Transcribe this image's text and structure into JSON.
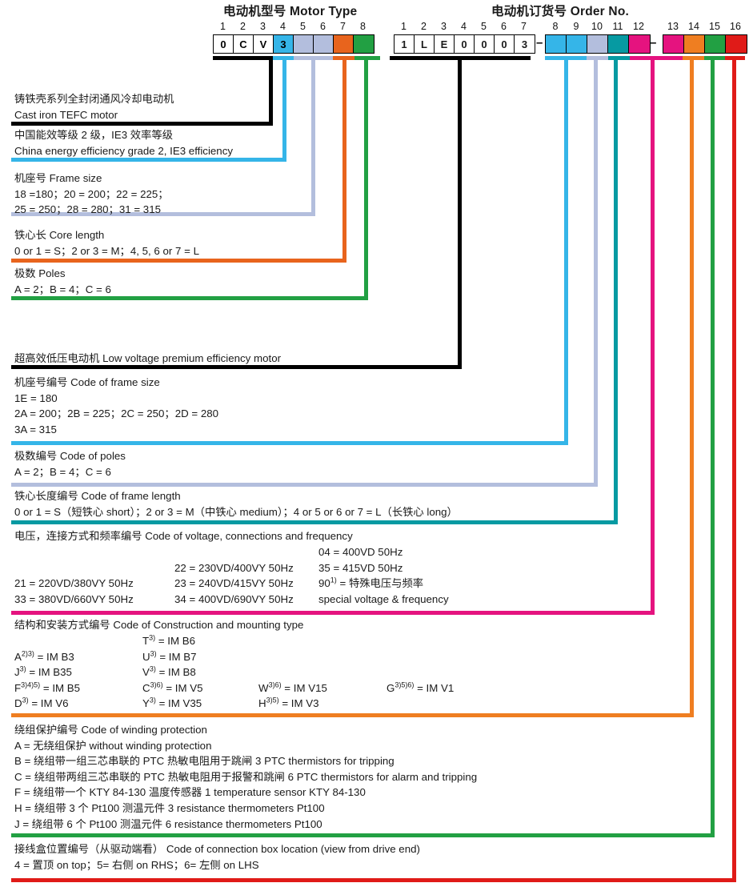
{
  "headers": {
    "motor_type": "电动机型号 Motor Type",
    "order_no": "电动机订货号  Order No."
  },
  "motor_type": {
    "column_numbers": [
      "1",
      "2",
      "3",
      "4",
      "5",
      "6",
      "7",
      "8"
    ],
    "cells": [
      {
        "value": "0",
        "color": "#ffffff",
        "text_color": "#000000"
      },
      {
        "value": "C",
        "color": "#ffffff",
        "text_color": "#000000"
      },
      {
        "value": "V",
        "color": "#ffffff",
        "text_color": "#000000"
      },
      {
        "value": "3",
        "color": "#35b5e8",
        "text_color": "#000000"
      },
      {
        "value": "",
        "color": "#b3bedd",
        "text_color": "#000000"
      },
      {
        "value": "",
        "color": "#b3bedd",
        "text_color": "#000000"
      },
      {
        "value": "",
        "color": "#e8641d",
        "text_color": "#000000"
      },
      {
        "value": "",
        "color": "#22a043",
        "text_color": "#000000"
      }
    ]
  },
  "order_no": {
    "column_numbers": [
      "1",
      "2",
      "3",
      "4",
      "5",
      "6",
      "7",
      "8",
      "9",
      "10",
      "11",
      "12",
      "13",
      "14",
      "15",
      "16"
    ],
    "group1": [
      {
        "value": "1",
        "color": "#ffffff"
      },
      {
        "value": "L",
        "color": "#ffffff"
      },
      {
        "value": "E",
        "color": "#ffffff"
      },
      {
        "value": "0",
        "color": "#ffffff"
      },
      {
        "value": "0",
        "color": "#ffffff"
      },
      {
        "value": "0",
        "color": "#ffffff"
      },
      {
        "value": "3",
        "color": "#ffffff"
      }
    ],
    "group2": [
      {
        "value": "",
        "color": "#35b5e8"
      },
      {
        "value": "",
        "color": "#35b5e8"
      },
      {
        "value": "",
        "color": "#b3bedd"
      },
      {
        "value": "",
        "color": "#069aa2"
      },
      {
        "value": "",
        "color": "#e5137f"
      }
    ],
    "group3": [
      {
        "value": "",
        "color": "#e5137f"
      },
      {
        "value": "",
        "color": "#ef7e21"
      },
      {
        "value": "",
        "color": "#22a043"
      },
      {
        "value": "",
        "color": "#e01b18"
      }
    ],
    "separator": "–"
  },
  "motor_type_legend": [
    {
      "accent": "#000000",
      "lines": [
        "铸铁壳系列全封闭通风冷却电动机",
        "Cast iron TEFC motor"
      ]
    },
    {
      "accent": "#35b5e8",
      "lines": [
        "中国能效等级 2 级，IE3 效率等级",
        "China energy efficiency grade 2, IE3 efficiency"
      ]
    },
    {
      "accent": "#b3bedd",
      "lines": [
        "机座号 Frame size",
        "18 =180；20 = 200；22 = 225；",
        "25 = 250；28 = 280；31 = 315"
      ]
    },
    {
      "accent": "#e8641d",
      "lines": [
        "铁心长 Core length",
        "0 or 1 = S；2 or 3 = M；4, 5, 6 or 7 = L"
      ]
    },
    {
      "accent": "#22a043",
      "lines": [
        "极数 Poles",
        "A = 2；B = 4；C = 6"
      ]
    }
  ],
  "order_no_legend": {
    "title_block": {
      "accent": "#000000",
      "lines": [
        "超高效低压电动机 Low voltage premium efficiency motor"
      ]
    },
    "frame_size": {
      "accent": "#35b5e8",
      "lines": [
        "机座号编号 Code of frame size",
        "1E = 180",
        "2A = 200；2B = 225；2C = 250；2D = 280",
        "3A = 315"
      ]
    },
    "poles": {
      "accent": "#b3bedd",
      "lines": [
        "极数编号 Code of poles",
        "A = 2；B = 4；C = 6"
      ]
    },
    "frame_length": {
      "accent": "#069aa2",
      "lines": [
        "铁心长度编号   Code of frame length",
        "0 or 1 = S（短铁心 short）；2 or 3 = M（中铁心 medium）；4 or 5 or 6 or 7 = L（长铁心 long）"
      ]
    },
    "voltage": {
      "accent": "#e5137f",
      "title": "电压，连接方式和频率编号 Code of voltage, connections and frequency",
      "rows": [
        {
          "c1": "",
          "c2": "",
          "c3": "04 = 400VD 50Hz"
        },
        {
          "c1": "",
          "c2": "22 = 230VD/400VY 50Hz",
          "c3": "35 = 415VD 50Hz"
        },
        {
          "c1": "21 = 220VD/380VY 50Hz",
          "c2": "23 = 240VD/415VY 50Hz",
          "c3": "90__SUP1__ = 特殊电压与频率"
        },
        {
          "c1": "33 = 380VD/660VY 50Hz",
          "c2": "34 = 400VD/690VY 50Hz",
          "c3": "special voltage & frequency"
        }
      ]
    },
    "mounting": {
      "accent": "#ef7e21",
      "title": "结构和安装方式编号   Code of Construction and mounting type",
      "rows": [
        {
          "c1": "",
          "c2": "T__SUP3__ = IM B6",
          "c3": "",
          "c4": ""
        },
        {
          "c1": "A__SUP2____SUP3__ = IM B3",
          "c2": "U__SUP3__ = IM B7",
          "c3": "",
          "c4": ""
        },
        {
          "c1": "J__SUP3__ = IM B35",
          "c2": "V__SUP3__ = IM B8",
          "c3": "",
          "c4": ""
        },
        {
          "c1": "F__SUP3____SUP4____SUP5__ = IM B5",
          "c2": "C__SUP3____SUP6__ = IM V5",
          "c3": "W__SUP3____SUP6__ = IM V15",
          "c4": "G__SUP3____SUP5____SUP6__ = IM V1"
        },
        {
          "c1": "D__SUP3__ = IM V6",
          "c2": "Y__SUP3__ = IM V35",
          "c3": "H__SUP3____SUP5__ = IM V3",
          "c4": ""
        }
      ]
    },
    "winding_protection": {
      "accent": "#22a043",
      "lines": [
        "绕组保护编号   Code of winding protection",
        "A = 无绕组保护  without winding protection",
        "B = 绕组带一组三芯串联的 PTC 热敏电阻用于跳闸  3 PTC thermistors for tripping",
        "C = 绕组带两组三芯串联的 PTC 热敏电阻用于报警和跳闸  6 PTC thermistors for alarm and tripping",
        "F = 绕组带一个 KTY 84-130 温度传感器   1 temperature sensor KTY 84-130",
        "H = 绕组带 3 个 Pt100 测温元件  3 resistance thermometers Pt100",
        "J = 绕组带 6 个 Pt100 测温元件  6 resistance thermometers Pt100"
      ]
    },
    "connection_box": {
      "accent": "#e01b18",
      "lines": [
        "接线盒位置编号（从驱动端看）   Code of connection box location (view from drive end)",
        "4 = 置顶  on top；5= 右侧   on RHS；6= 左侧   on LHS"
      ]
    }
  }
}
